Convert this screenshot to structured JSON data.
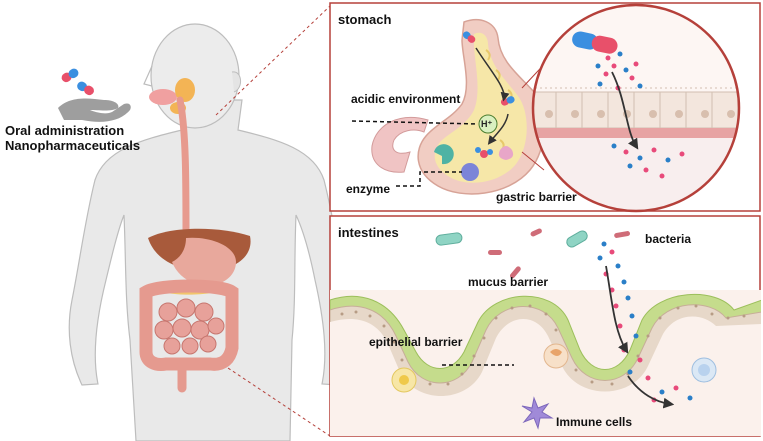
{
  "left": {
    "caption_line1": "Oral administration",
    "caption_line2": "Nanopharmaceuticals"
  },
  "stomach_panel": {
    "title": "stomach",
    "acidic_label": "acidic environment",
    "ion_label": "H⁺",
    "enzyme_label": "enzyme",
    "barrier_label": "gastric barrier"
  },
  "intestine_panel": {
    "title": "intestines",
    "bacteria_label": "bacteria",
    "mucus_label": "mucus barrier",
    "epithelial_label": "epithelial barrier",
    "immune_label": "Immune cells"
  },
  "colors": {
    "panel_border": "#b5403a",
    "capsule_red": "#e8506a",
    "capsule_blue": "#3b8fe0",
    "particle_pink": "#e84a7a",
    "particle_blue": "#2a7fc8",
    "mucus_green": "#c5dc8c",
    "epithelium": "#e7d8c9",
    "skin": "#ececec"
  }
}
